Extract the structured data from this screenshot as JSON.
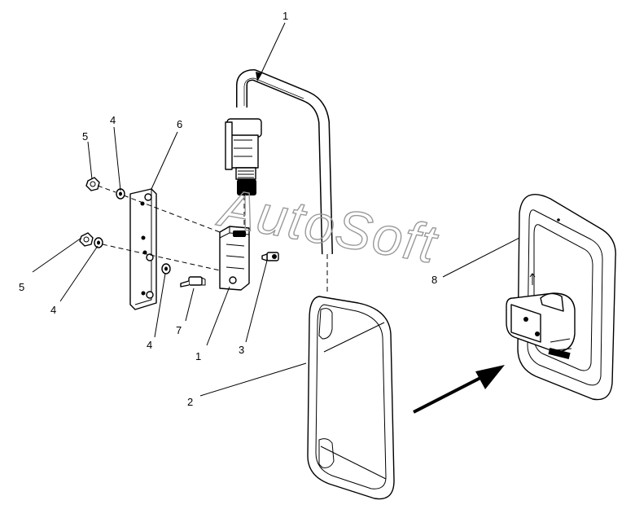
{
  "watermark": "AutoSoft",
  "callouts": [
    {
      "id": "c-1-top",
      "text": "1"
    },
    {
      "id": "c-4-topleft",
      "text": "4"
    },
    {
      "id": "c-6",
      "text": "6"
    },
    {
      "id": "c-5-top",
      "text": "5"
    },
    {
      "id": "c-5-left",
      "text": "5"
    },
    {
      "id": "c-4-left",
      "text": "4"
    },
    {
      "id": "c-4-bottom",
      "text": "4"
    },
    {
      "id": "c-7",
      "text": "7"
    },
    {
      "id": "c-1-bottom",
      "text": "1"
    },
    {
      "id": "c-3",
      "text": "3"
    },
    {
      "id": "c-8",
      "text": "8"
    },
    {
      "id": "c-2",
      "text": "2"
    }
  ]
}
